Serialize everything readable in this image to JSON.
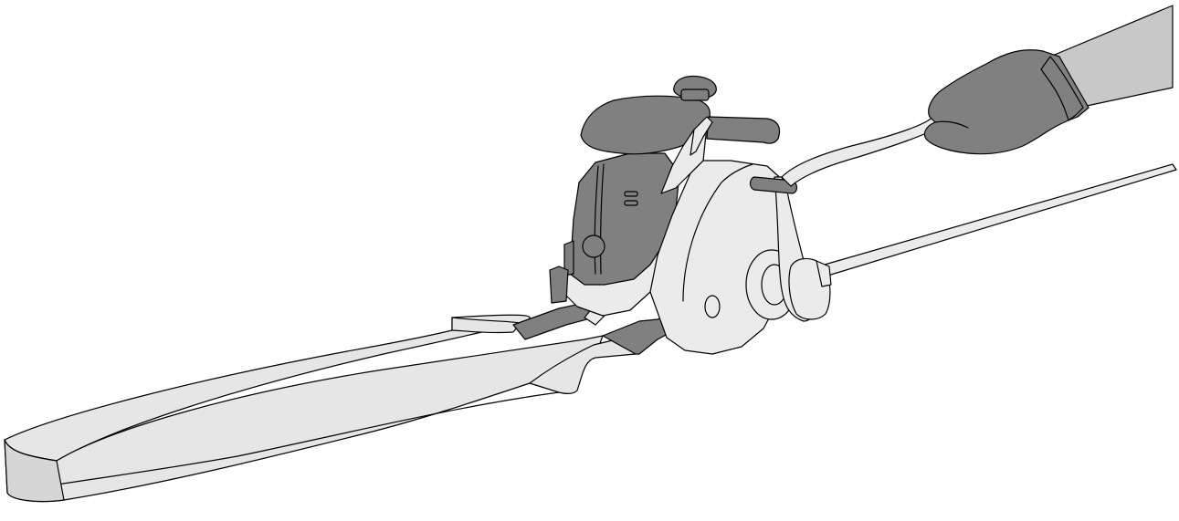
{
  "figure": {
    "background_color": "#ffffff",
    "colors": {
      "light_part": "#ebebeb",
      "dark_part": "#808080",
      "strap": "#e6e6e6",
      "outline": "#000000"
    },
    "parts": [
      "shoulder-strap",
      "strap-hook",
      "engine-cover",
      "fuel-cap",
      "gear-case",
      "rod",
      "operator-hand"
    ]
  }
}
